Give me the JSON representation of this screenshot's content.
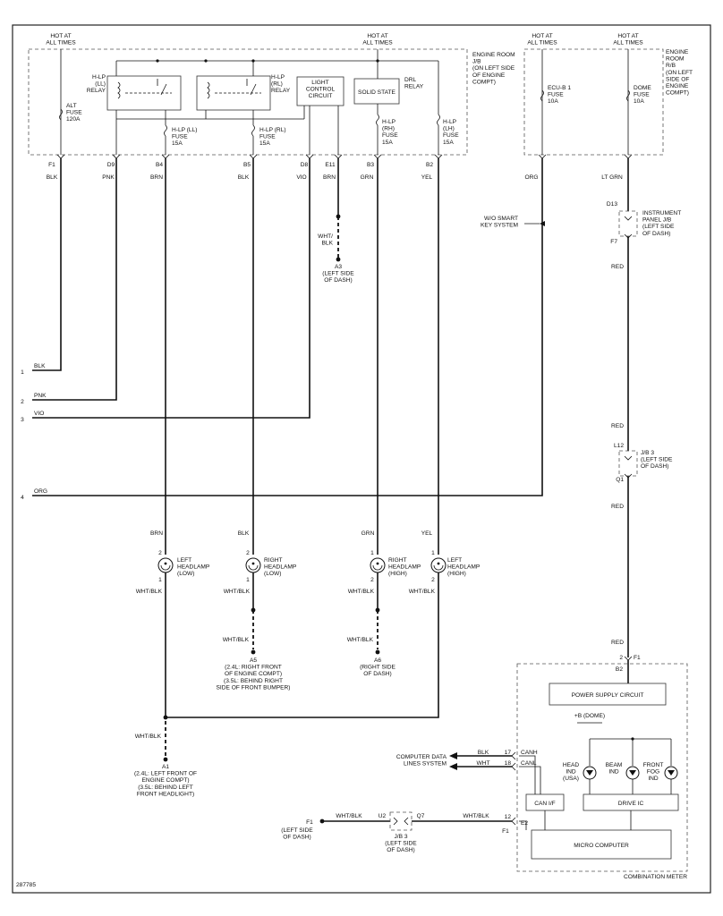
{
  "diagram_id": "287785",
  "engine_room_jb": {
    "title": [
      "ENGINE ROOM",
      "J/B",
      "(ON LEFT SIDE",
      "OF ENGINE",
      "COMPT)"
    ],
    "hot1": [
      "HOT AT",
      "ALL TIMES"
    ],
    "hot2": [
      "HOT AT",
      "ALL TIMES"
    ],
    "alt_fuse": [
      "ALT",
      "FUSE",
      "120A"
    ],
    "hlp_ll_relay": [
      "H-LP",
      "(LL)",
      "RELAY"
    ],
    "hlp_rl_relay": [
      "H-LP",
      "(RL)",
      "RELAY"
    ],
    "light_control": [
      "LIGHT",
      "CONTROL",
      "CIRCUIT"
    ],
    "solid_state": "SOLID STATE",
    "drl_relay": [
      "DRL",
      "RELAY"
    ],
    "hlp_ll_fuse": [
      "H-LP (LL)",
      "FUSE",
      "15A"
    ],
    "hlp_rl_fuse": [
      "H-LP (RL)",
      "FUSE",
      "15A"
    ],
    "hlp_rh_fuse": [
      "H-LP",
      "(RH)",
      "FUSE",
      "15A"
    ],
    "hlp_lh_fuse": [
      "H-LP",
      "(LH)",
      "FUSE",
      "15A"
    ]
  },
  "engine_room_rb": {
    "title": [
      "ENGINE",
      "ROOM",
      "R/B",
      "(ON LEFT",
      "SIDE OF",
      "ENGINE",
      "COMPT)"
    ],
    "hot1": [
      "HOT AT",
      "ALL TIMES"
    ],
    "hot2": [
      "HOT AT",
      "ALL TIMES"
    ],
    "ecu_fuse": [
      "ECU-B 1",
      "FUSE",
      "10A"
    ],
    "dome_fuse": [
      "DOME",
      "FUSE",
      "10A"
    ]
  },
  "pins": [
    "F1",
    "D9",
    "B4",
    "B5",
    "D8",
    "E11",
    "B3",
    "B2"
  ],
  "wire_colors": [
    "BLK",
    "PNK",
    "BRN",
    "BLK",
    "VIO",
    "BRN",
    "GRN",
    "YEL"
  ],
  "org": "ORG",
  "lt_grn": "LT GRN",
  "wo_smart": [
    "W/O SMART",
    "KEY SYSTEM"
  ],
  "ground_a3": {
    "wire": [
      "WHT/",
      "BLK"
    ],
    "label": [
      "A3",
      "(LEFT SIDE",
      "OF DASH)"
    ]
  },
  "instrument_panel": {
    "d13": "D13",
    "f7": "F7",
    "label": [
      "INSTRUMENT",
      "PANEL J/B",
      "(LEFT SIDE",
      "OF DASH)"
    ]
  },
  "red": "RED",
  "jb3": {
    "l12": "L12",
    "q1": "Q1",
    "label": [
      "J/B 3",
      "(LEFT SIDE",
      "OF DASH)"
    ]
  },
  "side_connectors": [
    {
      "num": "1",
      "color": "BLK"
    },
    {
      "num": "2",
      "color": "PNK"
    },
    {
      "num": "3",
      "color": "VIO"
    },
    {
      "num": "4",
      "color": "ORG"
    }
  ],
  "lamps": [
    {
      "top_color": "BRN",
      "pin_top": "2",
      "pin_bot": "1",
      "name": [
        "LEFT",
        "HEADLAMP",
        "(LOW)"
      ],
      "bot_color": "WHT/BLK"
    },
    {
      "top_color": "BLK",
      "pin_top": "2",
      "pin_bot": "1",
      "name": [
        "RIGHT",
        "HEADLAMP",
        "(LOW)"
      ],
      "bot_color": "WHT/BLK"
    },
    {
      "top_color": "GRN",
      "pin_top": "1",
      "pin_bot": "2",
      "name": [
        "RIGHT",
        "HEADLAMP",
        "(HIGH)"
      ],
      "bot_color": "WHT/BLK"
    },
    {
      "top_color": "YEL",
      "pin_top": "1",
      "pin_bot": "2",
      "name": [
        "LEFT",
        "HEADLAMP",
        "(HIGH)"
      ],
      "bot_color": "WHT/BLK"
    }
  ],
  "ground_a5": {
    "wire": "WHT/BLK",
    "label": [
      "A5",
      "(2.4L: RIGHT FRONT",
      "OF ENGINE COMPT)",
      "(3.5L: BEHIND RIGHT",
      "SIDE OF FRONT BUMPER)"
    ]
  },
  "ground_a6": {
    "wire": "WHT/BLK",
    "label": [
      "A6",
      "(RIGHT SIDE",
      "OF DASH)"
    ]
  },
  "ground_a1": {
    "wire": "WHT/BLK",
    "label": [
      "A1",
      "(2.4L: LEFT FRONT OF",
      "ENGINE COMPT)",
      "(3.5L: BEHIND LEFT",
      "FRONT HEADLIGHT)"
    ]
  },
  "meter": {
    "title": "COMBINATION METER",
    "pin2": "2",
    "f1": "F1",
    "b2": "B2",
    "power_supply": "POWER SUPPLY CIRCUIT",
    "dome": "+B (DOME)",
    "head_ind": [
      "HEAD",
      "IND",
      "(USA)"
    ],
    "beam_ind": [
      "BEAM",
      "IND"
    ],
    "fog_ind": [
      "FRONT",
      "FOG",
      "IND"
    ],
    "can_if": "CAN I/F",
    "drive_ic": "DRIVE IC",
    "micro": "MICRO COMPUTER",
    "canh": "CANH",
    "canl": "CANL",
    "pin17": "17",
    "pin18": "18",
    "blk": "BLK",
    "wht": "WHT",
    "comp_data": [
      "COMPUTER DATA",
      "LINES SYSTEM"
    ],
    "pin12": "12",
    "e2": "E2",
    "f1b": "F1"
  },
  "bottom_ground": {
    "f1": "F1",
    "label": [
      "(LEFT SIDE",
      "OF DASH)"
    ],
    "wire1": "WHT/BLK",
    "u2": "U2",
    "q7": "Q7",
    "jb3": [
      "J/B 3",
      "(LEFT SIDE",
      "OF DASH)"
    ],
    "wire2": "WHT/BLK"
  }
}
